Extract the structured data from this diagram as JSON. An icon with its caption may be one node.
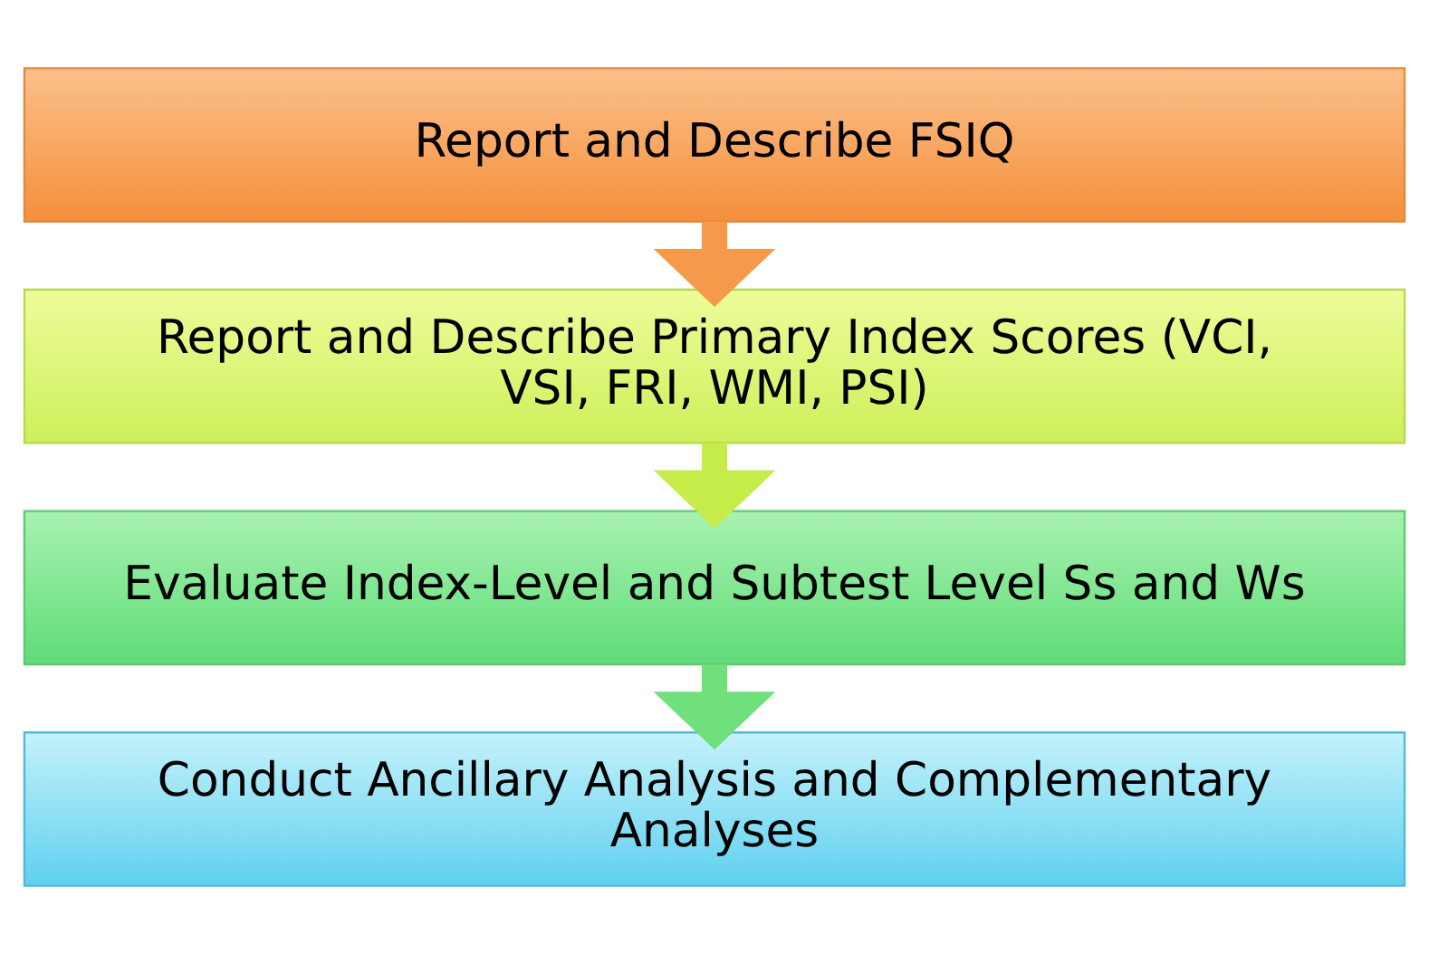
{
  "diagram": {
    "nodes": [
      {
        "text": [
          "Report and Describe FSIQ"
        ]
      },
      {
        "text": [
          "Report and Describe Primary Index Scores (VCI, VSI, FRI, WMI, PSI)"
        ]
      },
      {
        "text": [
          "Evaluate Index-Level and Subtest Level Ss and Ws"
        ]
      },
      {
        "text": [
          "Conduct Ancillary Analysis and Complementary Analyses"
        ]
      }
    ],
    "edges": [
      {
        "from": 0,
        "to": 1,
        "arrow": "to",
        "color": "#f59a4a"
      },
      {
        "from": 1,
        "to": 2,
        "arrow": "to",
        "color": "#c6ec4a"
      },
      {
        "from": 2,
        "to": 3,
        "arrow": "to",
        "color": "#6fe07c"
      }
    ]
  }
}
